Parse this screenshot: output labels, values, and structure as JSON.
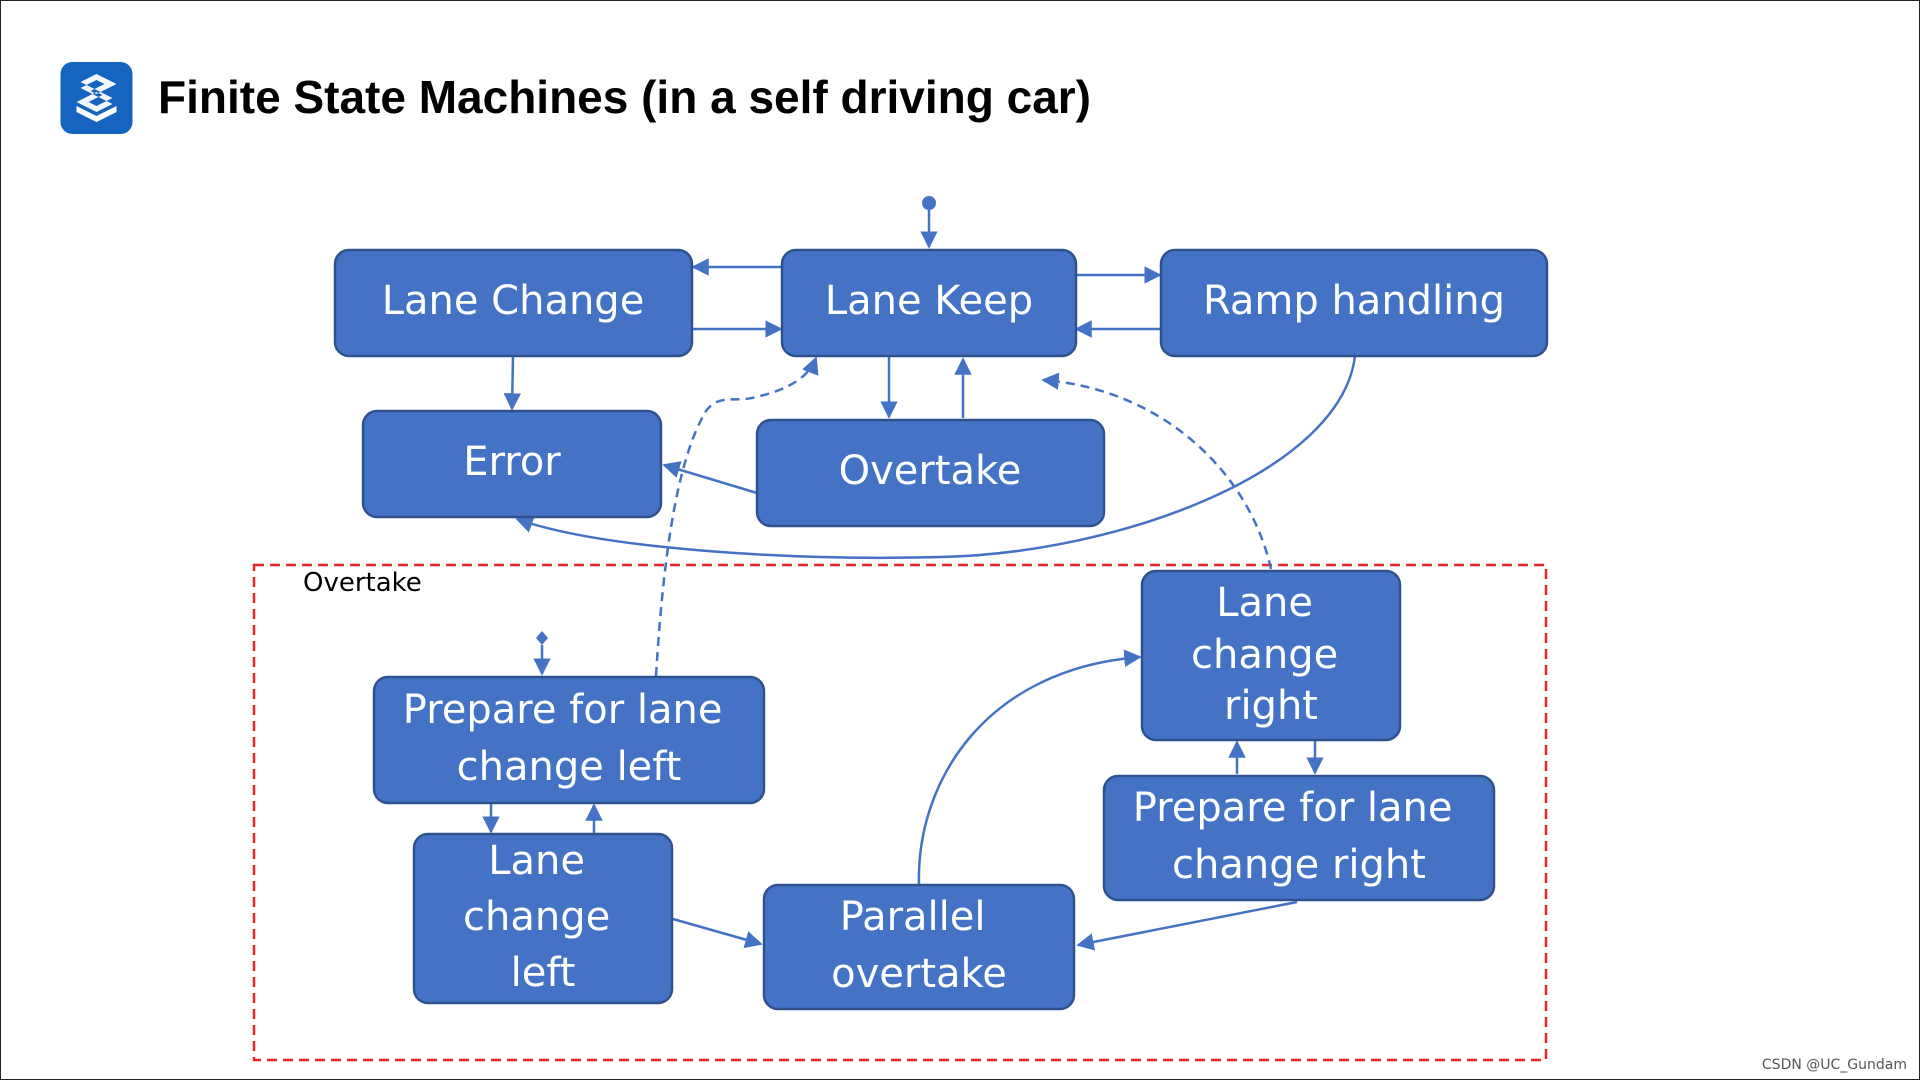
{
  "header": {
    "title": "Finite State Machines (in a self driving car)",
    "logo_icon": "stacked-s-logo",
    "logo_color": "#1565c0"
  },
  "diagram": {
    "colors": {
      "state_fill": "#4472c4",
      "state_border": "#2f528f",
      "edge": "#4472c4",
      "region_border": "#e8262b"
    },
    "states": {
      "lane_change": [
        "Lane Change"
      ],
      "lane_keep": [
        "Lane Keep"
      ],
      "ramp_handling": [
        "Ramp handling"
      ],
      "error": [
        "Error"
      ],
      "overtake": [
        "Overtake"
      ],
      "prepare_left": [
        "Prepare for lane",
        "change left"
      ],
      "lane_change_left": [
        "Lane",
        "change",
        "left"
      ],
      "parallel_overtake": [
        "Parallel",
        "overtake"
      ],
      "lane_change_right": [
        "Lane",
        "change",
        "right"
      ],
      "prepare_right": [
        "Prepare for lane",
        "change right"
      ]
    },
    "overtake_region_label": "Overtake"
  },
  "watermark": "CSDN @UC_Gundam"
}
